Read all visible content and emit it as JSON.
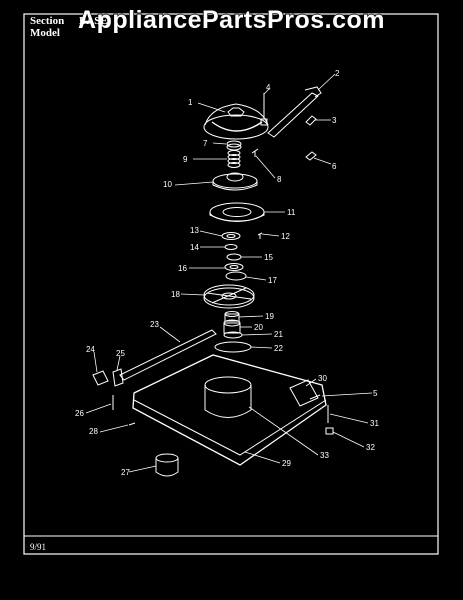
{
  "header": {
    "section_label": "Section",
    "section_value": "BASE",
    "model_label": "Model"
  },
  "watermark": "AppliancePartsPros.com",
  "footer_date": "9/91",
  "callouts": [
    {
      "id": "1",
      "label": "1"
    },
    {
      "id": "2",
      "label": "2"
    },
    {
      "id": "3",
      "label": "3"
    },
    {
      "id": "4",
      "label": "4"
    },
    {
      "id": "5",
      "label": "5"
    },
    {
      "id": "6",
      "label": "6"
    },
    {
      "id": "7",
      "label": "7"
    },
    {
      "id": "8",
      "label": "8"
    },
    {
      "id": "9",
      "label": "9"
    },
    {
      "id": "10",
      "label": "10"
    },
    {
      "id": "11",
      "label": "11"
    },
    {
      "id": "12",
      "label": "12"
    },
    {
      "id": "13",
      "label": "13"
    },
    {
      "id": "14",
      "label": "14"
    },
    {
      "id": "15",
      "label": "15"
    },
    {
      "id": "16",
      "label": "16"
    },
    {
      "id": "17",
      "label": "17"
    },
    {
      "id": "18",
      "label": "18"
    },
    {
      "id": "19",
      "label": "19"
    },
    {
      "id": "20",
      "label": "20"
    },
    {
      "id": "21",
      "label": "21"
    },
    {
      "id": "22",
      "label": "22"
    },
    {
      "id": "23",
      "label": "23"
    },
    {
      "id": "24",
      "label": "24"
    },
    {
      "id": "25",
      "label": "25"
    },
    {
      "id": "26",
      "label": "26"
    },
    {
      "id": "27",
      "label": "27"
    },
    {
      "id": "28",
      "label": "28"
    },
    {
      "id": "29",
      "label": "29"
    },
    {
      "id": "30",
      "label": "30"
    },
    {
      "id": "31",
      "label": "31"
    },
    {
      "id": "32",
      "label": "32"
    },
    {
      "id": "33",
      "label": "33"
    }
  ]
}
